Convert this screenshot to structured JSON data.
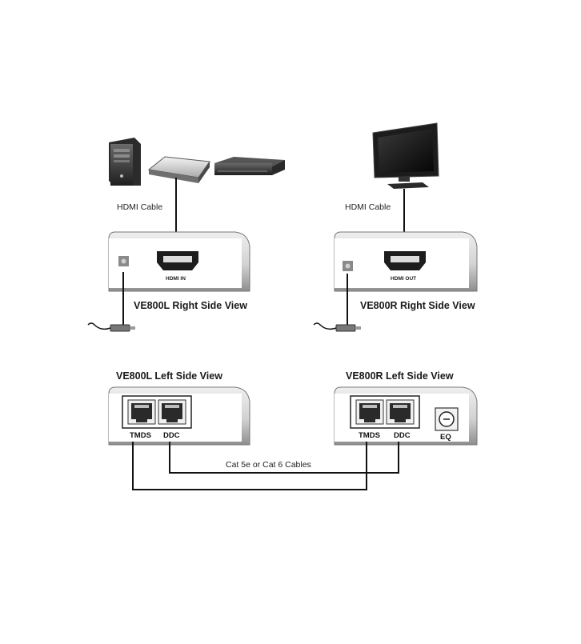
{
  "source_side": {
    "cable_label": "HDMI Cable",
    "unit_view": "VE800L Right Side View",
    "port_label": "HDMI IN",
    "left_view": "VE800L Left Side View",
    "tmds": "TMDS",
    "ddc": "DDC"
  },
  "display_side": {
    "cable_label": "HDMI Cable",
    "unit_view": "VE800R Right Side View",
    "port_label": "HDMI OUT",
    "left_view": "VE800R Left Side View",
    "tmds": "TMDS",
    "ddc": "DDC",
    "eq": "EQ"
  },
  "cat_cables_label": "Cat 5e or Cat 6 Cables",
  "colors": {
    "unit_top": "#e4e4e4",
    "unit_bottom": "#9c9c9c",
    "panel": "#ffffff",
    "wire": "#111111"
  }
}
